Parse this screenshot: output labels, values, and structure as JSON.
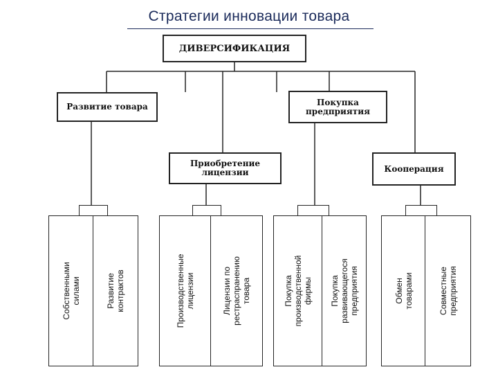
{
  "title": "Стратегии инновации товара",
  "root": "ДИВЕРСИФИКАЦИЯ",
  "level1": {
    "left": "Развитие товара",
    "right": "Покупка\nпредприятия"
  },
  "level2": {
    "left": "Приобретение\nлицензии",
    "right": "Кооперация"
  },
  "groups": [
    {
      "cells": [
        "Собственными\nсилами",
        "Развитие контрактов"
      ]
    },
    {
      "cells": [
        "Производственные\nлицензии",
        "Лицензии по\nрестраспранению товара"
      ]
    },
    {
      "cells": [
        "Покупка производственной\nфирмы",
        "Покупка развивающегося\nпредприятия"
      ]
    },
    {
      "cells": [
        "Обмен товарами",
        "Совместные\nпредприятия"
      ]
    }
  ]
}
